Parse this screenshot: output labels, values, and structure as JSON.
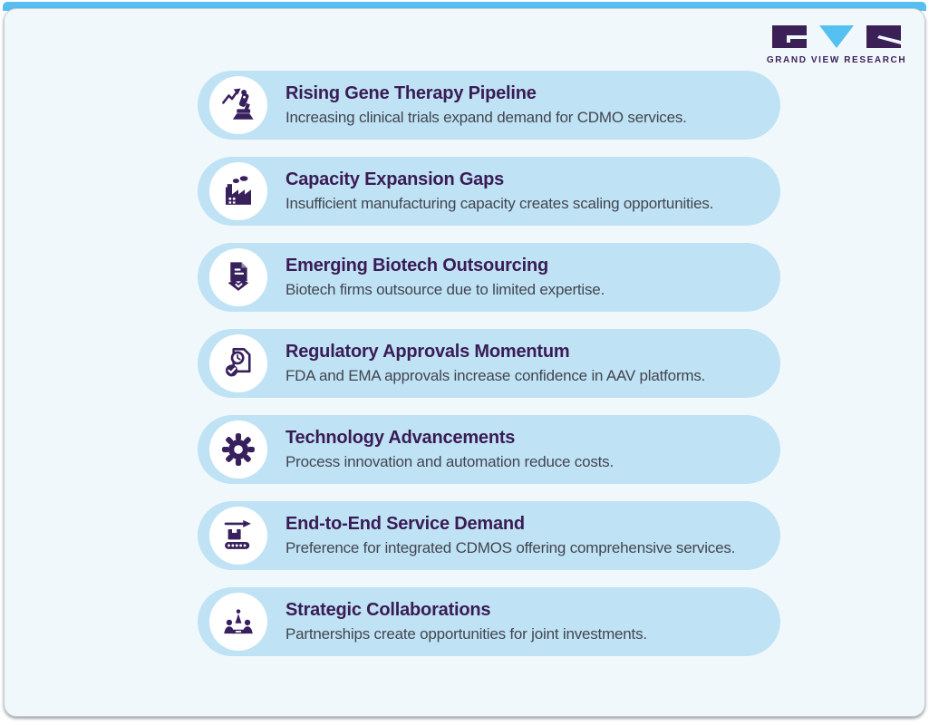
{
  "page": {
    "background": "#ffffff",
    "panel_background": "#f1f8fc",
    "top_bar_color": "#57bfef"
  },
  "logo": {
    "brand": "GRAND VIEW RESEARCH",
    "purple": "#3b1f57",
    "cyan": "#54c1f0"
  },
  "colors": {
    "card_background": "#bfe3f5",
    "icon_circle": "#ffffff",
    "icon_color": "#38205c",
    "title_color": "#3a1b55",
    "description_color": "#43454f"
  },
  "cards": [
    {
      "icon": "microscope-trend-icon",
      "title": "Rising Gene Therapy Pipeline",
      "description": "Increasing clinical trials expand demand for CDMO services."
    },
    {
      "icon": "factory-icon",
      "title": "Capacity Expansion Gaps",
      "description": "Insufficient manufacturing capacity creates scaling opportunities."
    },
    {
      "icon": "document-handshake-icon",
      "title": "Emerging Biotech Outsourcing",
      "description": "Biotech firms outsource due to limited expertise."
    },
    {
      "icon": "approval-clock-icon",
      "title": "Regulatory Approvals Momentum",
      "description": "FDA and EMA approvals increase confidence in AAV platforms."
    },
    {
      "icon": "gear-icon",
      "title": "Technology Advancements",
      "description": "Process innovation and automation reduce costs."
    },
    {
      "icon": "conveyor-icon",
      "title": "End-to-End Service Demand",
      "description": "Preference for integrated CDMOS offering comprehensive services."
    },
    {
      "icon": "collaboration-icon",
      "title": "Strategic Collaborations",
      "description": "Partnerships create opportunities for joint investments."
    }
  ]
}
